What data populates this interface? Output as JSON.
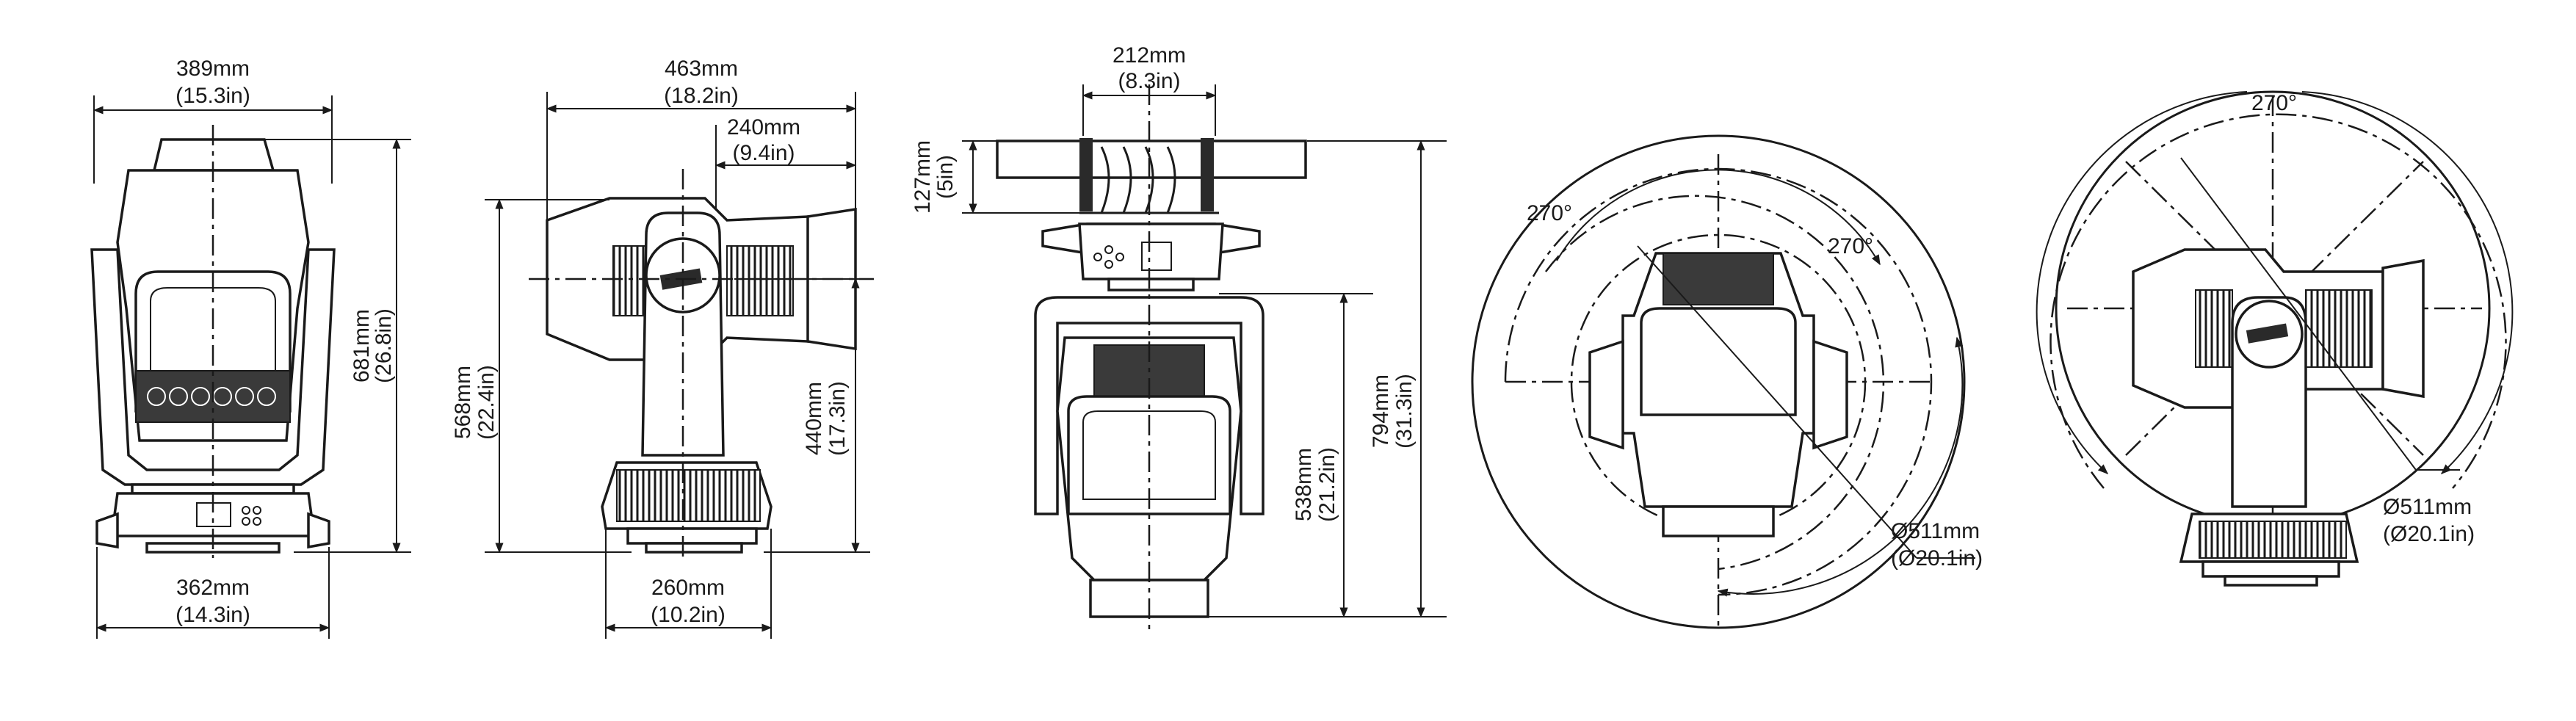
{
  "view_front": {
    "width_top": "389mm",
    "width_top_in": "(15.3in)",
    "height": "681mm",
    "height_in": "(26.8in)",
    "width_bottom": "362mm",
    "width_bottom_in": "(14.3in)"
  },
  "view_side": {
    "depth": "463mm",
    "depth_in": "(18.2in)",
    "head_front": "240mm",
    "head_front_in": "(9.4in)",
    "height": "568mm",
    "height_in": "(22.4in)",
    "tilt_axis_height": "440mm",
    "tilt_axis_height_in": "(17.3in)",
    "base_width": "260mm",
    "base_width_in": "(10.2in)"
  },
  "view_hanging": {
    "clamp_width": "212mm",
    "clamp_width_in": "(8.3in)",
    "clamp_height": "127mm",
    "clamp_height_in": "(5in)",
    "yoke_height": "538mm",
    "yoke_height_in": "(21.2in)",
    "total_height": "794mm",
    "total_height_in": "(31.3in)"
  },
  "view_pan": {
    "pan_angle_outer": "270°",
    "pan_angle_inner": "270°",
    "diameter": "Ø511mm",
    "diameter_in": "(Ø20.1in)"
  },
  "view_tilt": {
    "tilt_angle": "270°",
    "diameter": "Ø511mm",
    "diameter_in": "(Ø20.1in)"
  }
}
